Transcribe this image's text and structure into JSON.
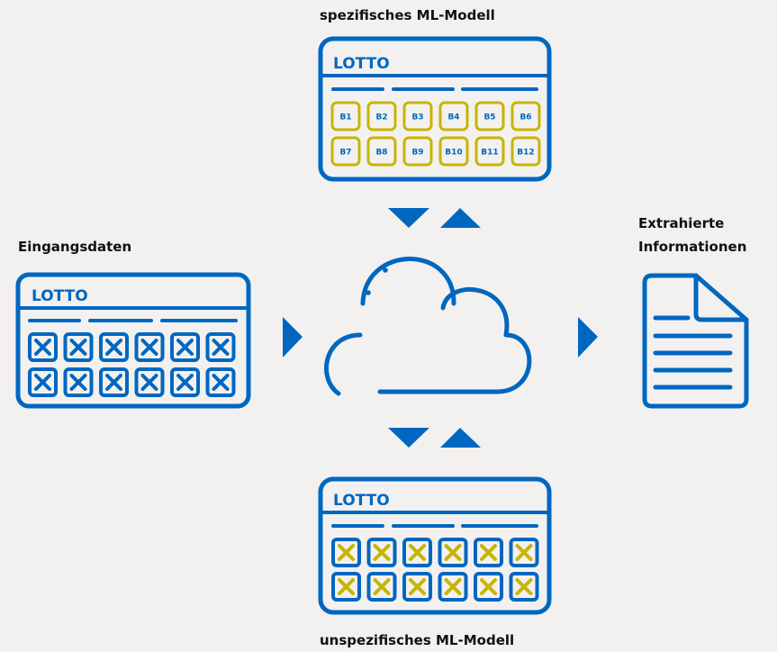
{
  "labels": {
    "top": "spezifisches ML-Modell",
    "bottom": "unspezifisches ML-Modell",
    "left": "Eingangsdaten",
    "right_line1": "Extrahierte",
    "right_line2": "Informationen"
  },
  "tickets": {
    "input": {
      "title": "LOTTO"
    },
    "specific": {
      "title": "LOTTO",
      "cells": [
        "B1",
        "B2",
        "B3",
        "B4",
        "B5",
        "B6",
        "B7",
        "B8",
        "B9",
        "B10",
        "B11",
        "B12"
      ]
    },
    "unspecific": {
      "title": "LOTTO"
    }
  },
  "colors": {
    "blue": "#0067c0",
    "yellow": "#c9b400",
    "background": "#f2f1f0"
  }
}
